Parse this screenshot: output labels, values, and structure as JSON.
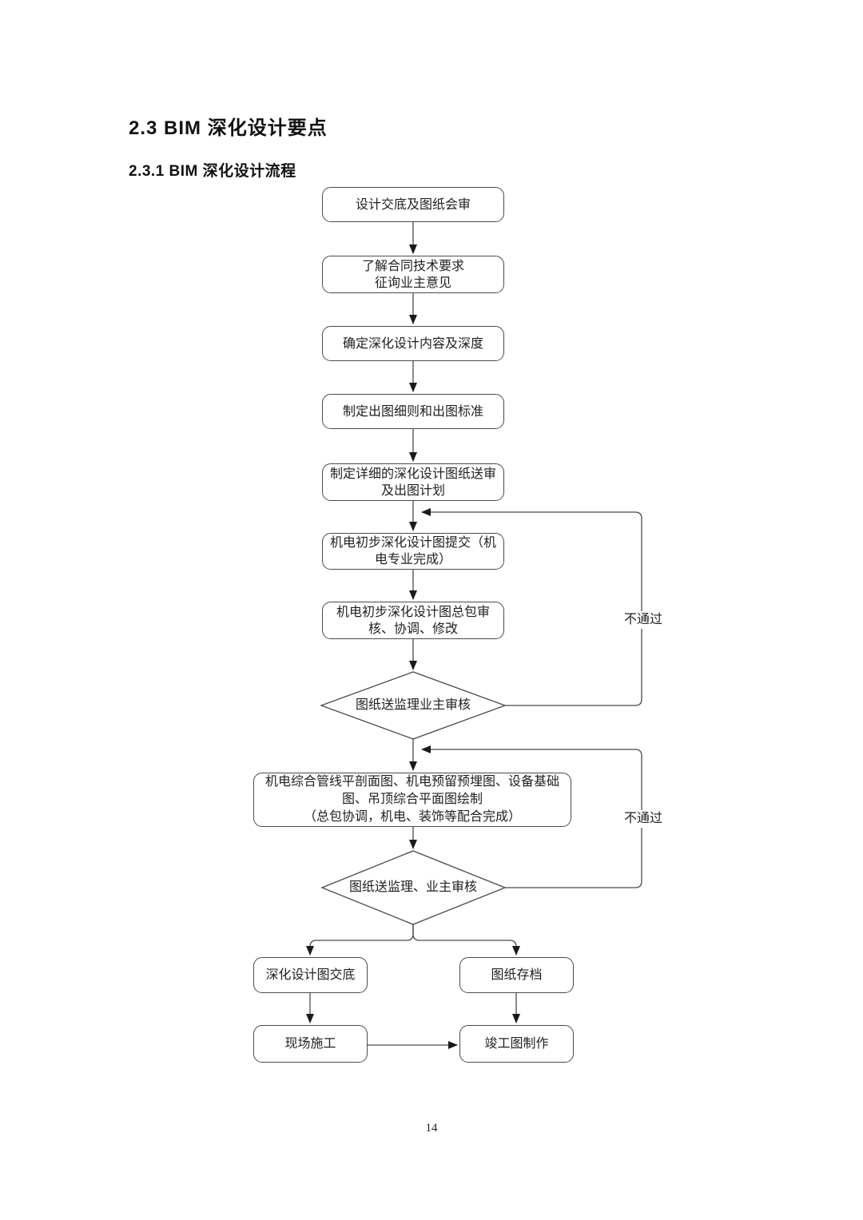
{
  "page": {
    "heading1": "2.3 BIM 深化设计要点",
    "heading2": "2.3.1 BIM 深化设计流程",
    "page_number": "14"
  },
  "colors": {
    "line": "#4a4a4a",
    "arrow": "#1a1a1a",
    "text": "#1f1f1f",
    "background": "#ffffff"
  },
  "flowchart": {
    "fail_label_1": "不通过",
    "fail_label_2": "不通过",
    "nodes": {
      "design_handover": {
        "lines": [
          "设计交底及图纸会审"
        ]
      },
      "contract_requirements": {
        "lines": [
          "了解合同技术要求",
          "征询业主意见"
        ]
      },
      "define_scope": {
        "lines": [
          "确定深化设计内容及深度"
        ]
      },
      "drawing_rules": {
        "lines": [
          "制定出图细则和出图标准"
        ]
      },
      "submission_plan": {
        "lines": [
          "制定详细的深化设计图纸送审",
          "及出图计划"
        ]
      },
      "mep_preliminary_submit": {
        "lines": [
          "机电初步深化设计图提交（机",
          "电专业完成）"
        ]
      },
      "gc_review": {
        "lines": [
          "机电初步深化设计图总包审",
          "核、协调、修改"
        ]
      },
      "decision_review_1": {
        "label": "图纸送监理业主审核"
      },
      "comprehensive_drawings": {
        "lines": [
          "机电综合管线平剖面图、机电预留预埋图、设备基础",
          "图、吊顶综合平面图绘制",
          "（总包协调，机电、装饰等配合完成）"
        ]
      },
      "decision_review_2": {
        "label": "图纸送监理、业主审核"
      },
      "design_disclosure": {
        "lines": [
          "深化设计图交底"
        ]
      },
      "drawing_archive": {
        "lines": [
          "图纸存档"
        ]
      },
      "site_construction": {
        "lines": [
          "现场施工"
        ]
      },
      "asbuilt_drawing": {
        "lines": [
          "竣工图制作"
        ]
      }
    }
  }
}
